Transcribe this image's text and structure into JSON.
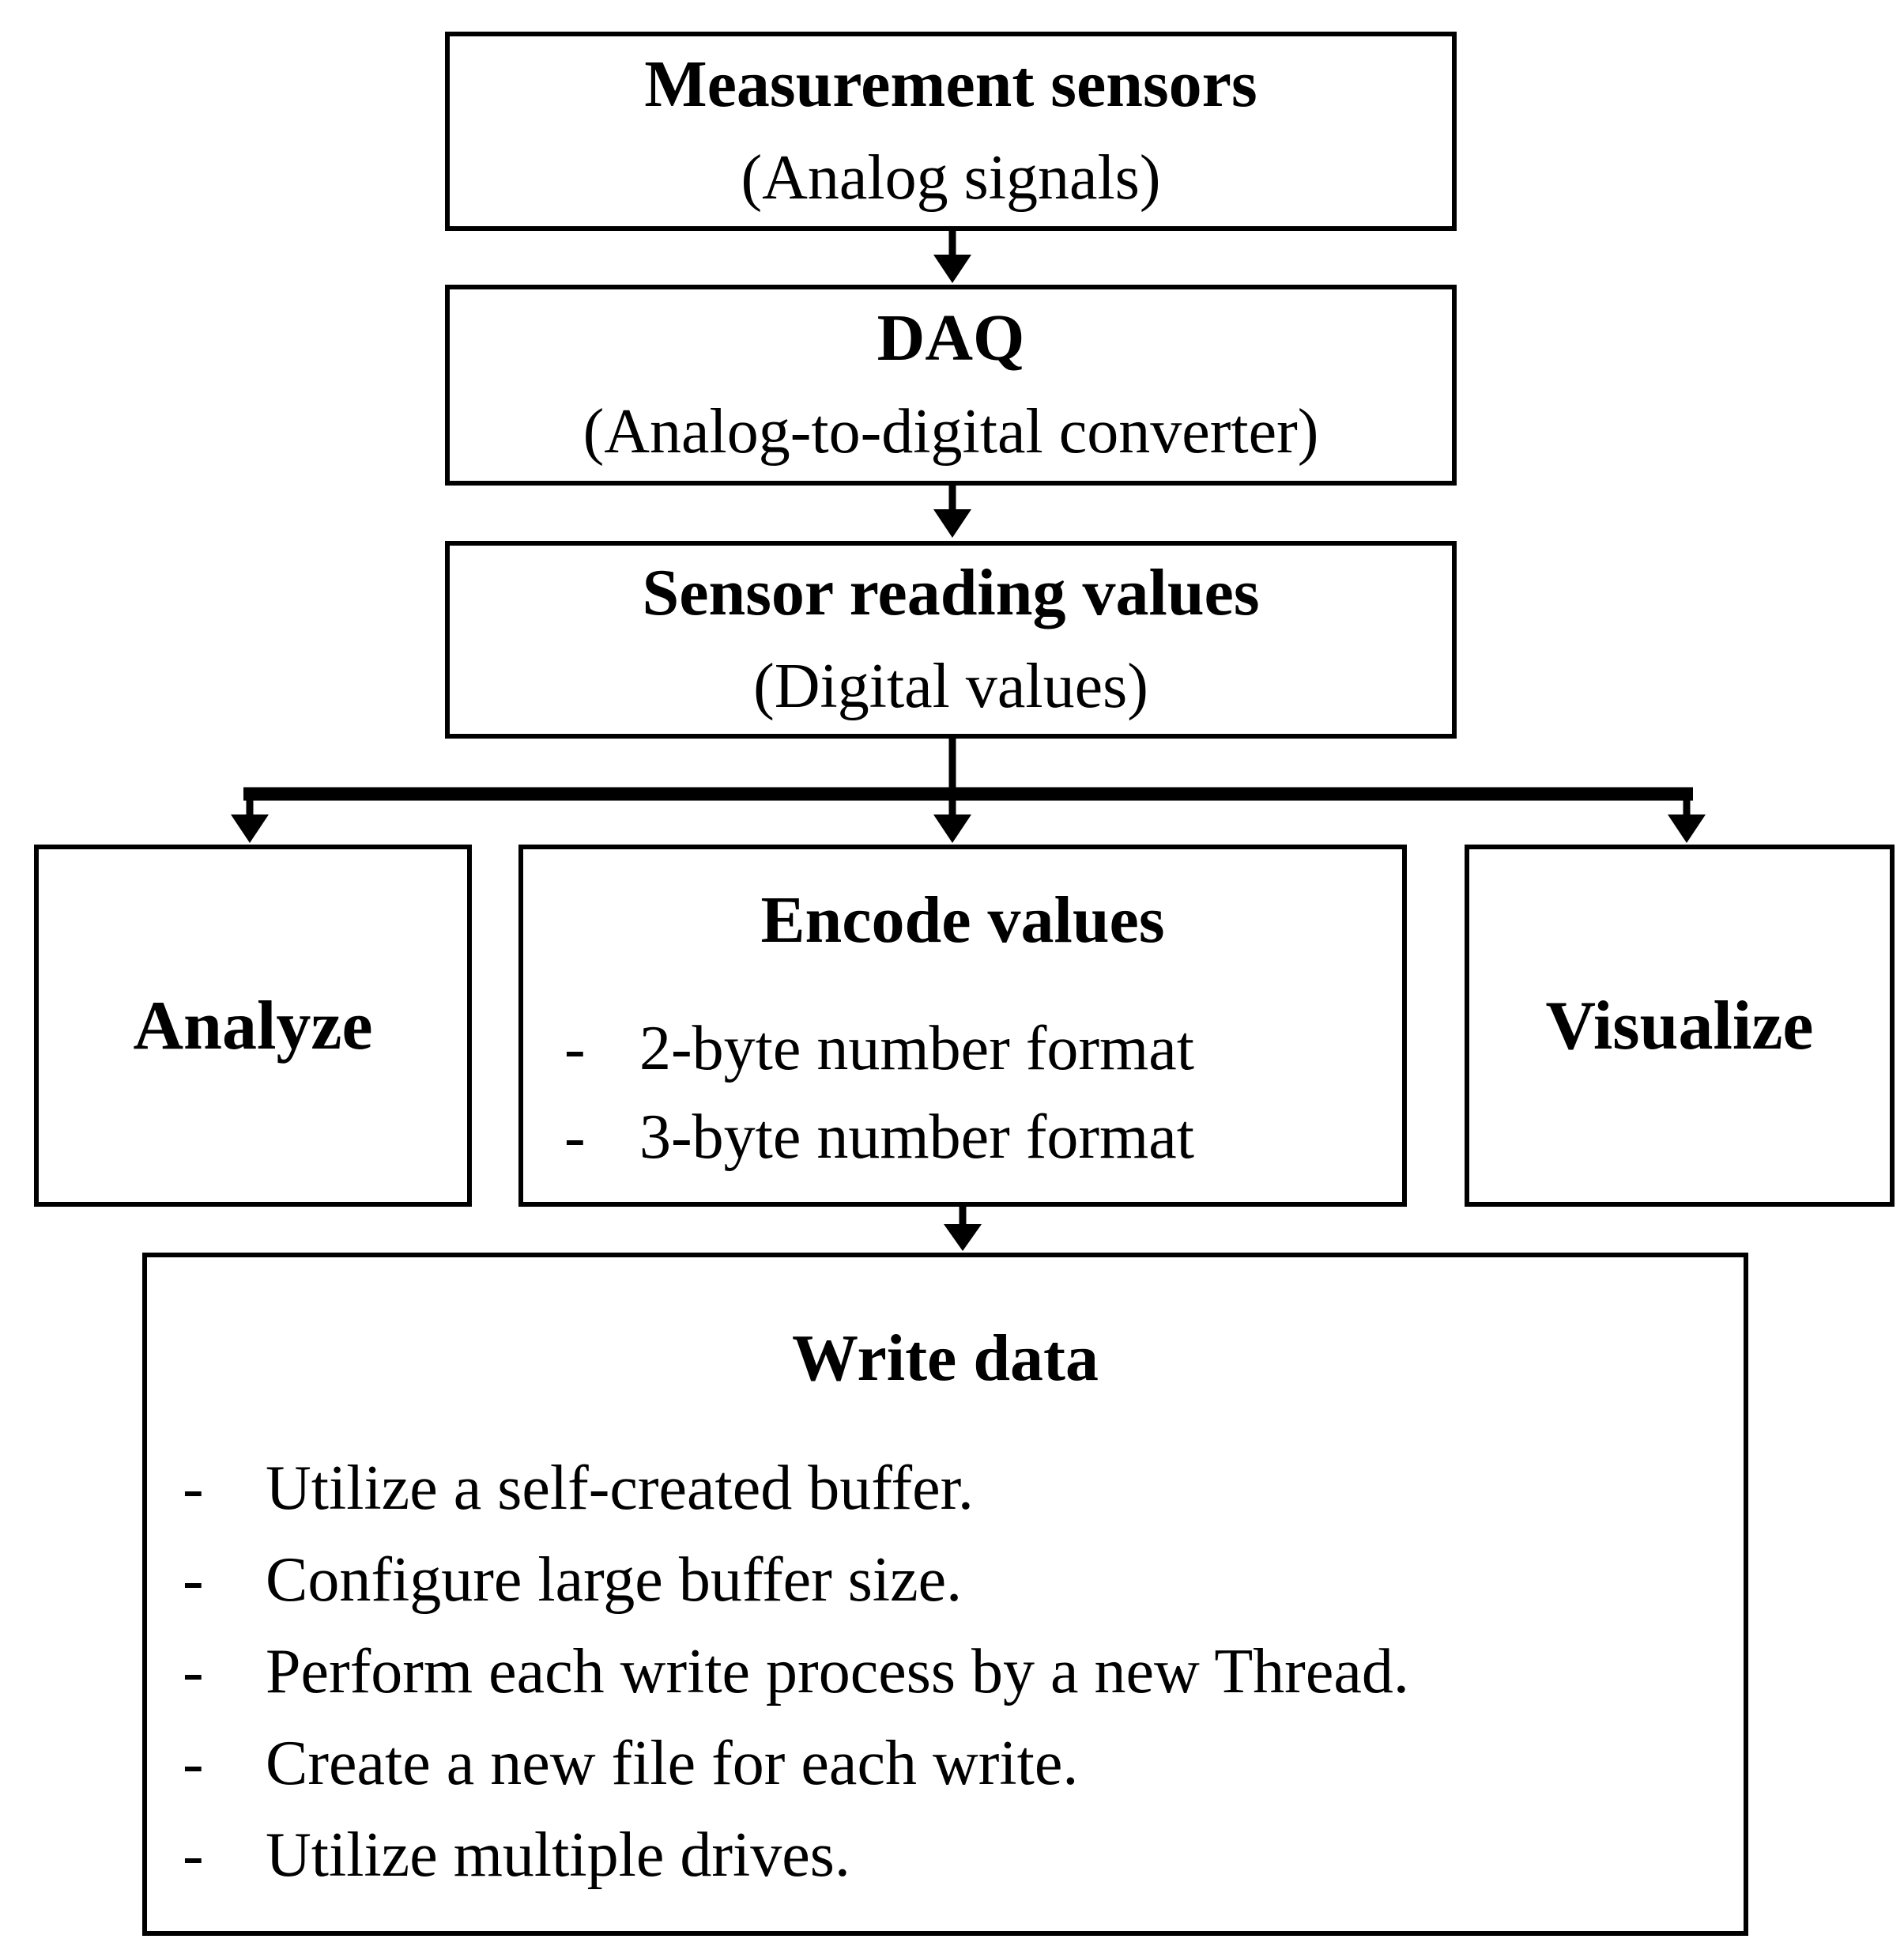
{
  "diagram": {
    "bullet_marker": "-",
    "colors": {
      "line": "#000000",
      "background": "#ffffff",
      "text": "#000000"
    },
    "nodes": {
      "measurement": {
        "title": "Measurement sensors",
        "subtitle": "(Analog signals)"
      },
      "daq": {
        "title": "DAQ",
        "subtitle": "(Analog-to-digital converter)"
      },
      "sensor": {
        "title": "Sensor reading values",
        "subtitle": "(Digital values)"
      },
      "analyze": {
        "title": "Analyze"
      },
      "encode": {
        "title": "Encode values",
        "bullets": [
          "2-byte number format",
          "3-byte number format"
        ]
      },
      "visualize": {
        "title": "Visualize"
      },
      "write": {
        "title": "Write data",
        "bullets": [
          "Utilize a self-created buffer.",
          "Configure large buffer size.",
          "Perform each write process by a new Thread.",
          "Create a new file for each write.",
          "Utilize multiple drives."
        ]
      }
    }
  }
}
